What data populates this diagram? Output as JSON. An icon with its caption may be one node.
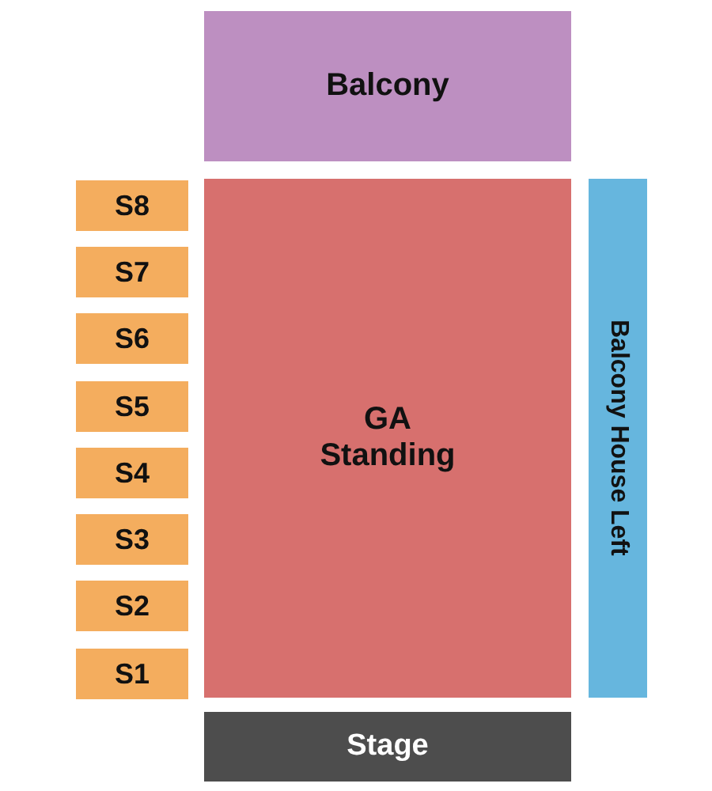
{
  "diagram": {
    "nodes": [
      {
        "text": [
          "Balcony"
        ]
      },
      {
        "text": [
          "S8"
        ]
      },
      {
        "text": [
          "S7"
        ]
      },
      {
        "text": [
          "S6"
        ]
      },
      {
        "text": [
          "S5"
        ]
      },
      {
        "text": [
          "S4"
        ]
      },
      {
        "text": [
          "S3"
        ]
      },
      {
        "text": [
          "S2"
        ]
      },
      {
        "text": [
          "S1"
        ]
      },
      {
        "text": [
          "GA Standing"
        ]
      },
      {
        "text": [
          "Balcony House Left"
        ]
      },
      {
        "text": [
          "Stage"
        ]
      }
    ]
  }
}
